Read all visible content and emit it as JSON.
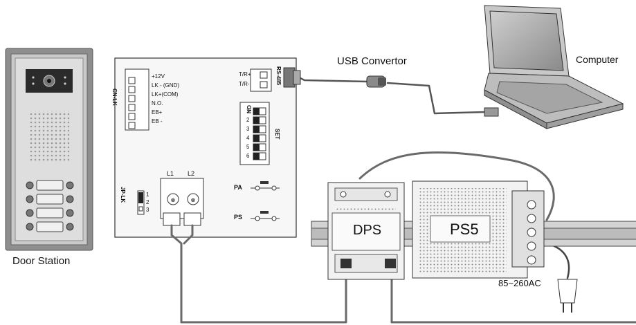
{
  "labels": {
    "door_station": "Door Station",
    "usb_convertor": "USB Convertor",
    "computer": "Computer",
    "dps": "DPS",
    "ps5": "PS5",
    "ac_input": "85~260AC"
  },
  "control_board": {
    "cn_lk": "CN-LK",
    "terminals": [
      "+12V",
      "LK - (GND)",
      "LK+(COM)",
      "N.O.",
      "EB+",
      "EB -"
    ],
    "rs485": "RS-485",
    "tr_plus": "T/R+",
    "tr_minus": "T/R-",
    "dip_label": "SET",
    "dip_on": "ON",
    "dip_numbers": [
      "1",
      "2",
      "3",
      "4",
      "5",
      "6"
    ],
    "jp_lk": "JP-LK",
    "jp_pins": [
      "1",
      "2",
      "3"
    ],
    "l1": "L1",
    "l2": "L2",
    "pa": "PA",
    "ps": "PS"
  },
  "colors": {
    "line": "#2a2a2a",
    "panel": "#f7f7f7",
    "wire": "#6a6a6a"
  }
}
